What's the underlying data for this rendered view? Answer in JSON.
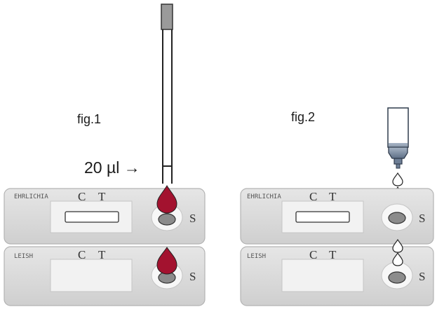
{
  "figures": [
    {
      "label": "fig.1",
      "volume_label": "20 µl →",
      "strips": [
        {
          "name": "EHRLICHIA",
          "control": "C",
          "test": "T",
          "sample": "S"
        },
        {
          "name": "LEISH",
          "control": "C",
          "test": "T",
          "sample": "S"
        }
      ]
    },
    {
      "label": "fig.2",
      "strips": [
        {
          "name": "EHRLICHIA",
          "control": "C",
          "test": "T",
          "sample": "S"
        },
        {
          "name": "LEISH",
          "control": "C",
          "test": "T",
          "sample": "S"
        }
      ]
    }
  ],
  "colors": {
    "blood_drop": "#a3122f",
    "strip_fill": "#d9d9d9",
    "dropper_fill": "#7d8fa6",
    "well_fill": "#8c8c8c"
  }
}
